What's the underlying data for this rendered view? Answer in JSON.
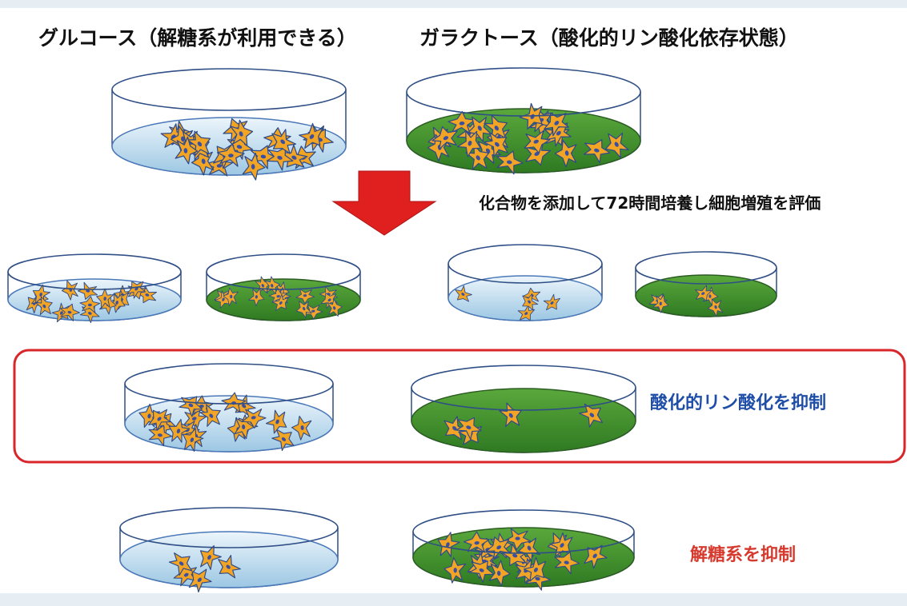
{
  "titles": {
    "glucose": "グルコース（解糖系が利用できる）",
    "galactose": "ガラクトース（酸化的リン酸化依存状態）"
  },
  "step_label": "化合物を添加して72時間培養し細胞増殖を評価",
  "labels": {
    "oxphos": "酸化的リン酸化を抑制",
    "glycolysis": "解糖系を抑制"
  },
  "colors": {
    "glucose_medium": "#a9d0ea",
    "galactose_medium": "#3f8f2e",
    "cell_fill": "#f2a524",
    "cell_nucleus": "#3b4fa0",
    "arrow": "#e0201f",
    "frame": "#d8262a",
    "oxphos_label": "#1f4ea8",
    "glycolysis_label": "#d63a2e"
  },
  "dishes": [
    {
      "name": "initial-glucose-dish",
      "medium": "glucose",
      "density": "high"
    },
    {
      "name": "initial-galactose-dish",
      "medium": "galactose",
      "density": "high"
    },
    {
      "name": "result-glucose-control-dish",
      "medium": "glucose",
      "density": "high"
    },
    {
      "name": "result-galactose-control-dish",
      "medium": "galactose",
      "density": "high"
    },
    {
      "name": "result-glucose-inhibited-dish",
      "medium": "glucose",
      "density": "low"
    },
    {
      "name": "result-galactose-inhibited-dish",
      "medium": "galactose",
      "density": "low"
    },
    {
      "name": "oxphos-glucose-dish",
      "medium": "glucose",
      "density": "high"
    },
    {
      "name": "oxphos-galactose-dish",
      "medium": "galactose",
      "density": "low"
    },
    {
      "name": "glycolysis-glucose-dish",
      "medium": "glucose",
      "density": "low"
    },
    {
      "name": "glycolysis-galactose-dish",
      "medium": "galactose",
      "density": "high"
    }
  ]
}
